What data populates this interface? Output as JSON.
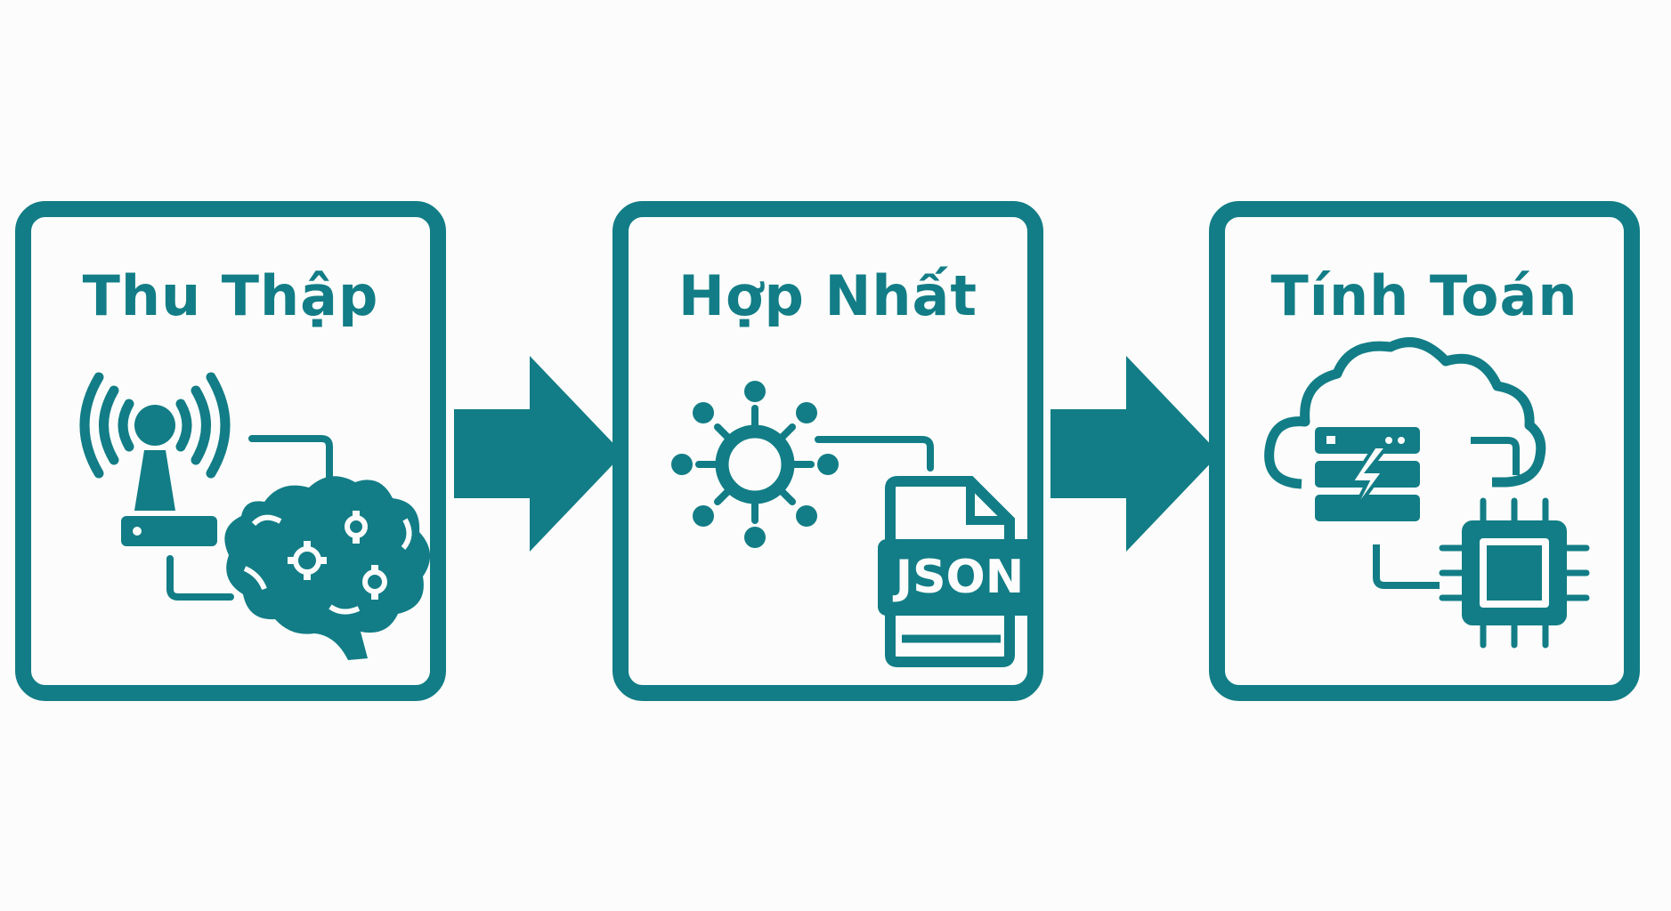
{
  "stages": [
    {
      "title": "Thu Thập"
    },
    {
      "title": "Hợp Nhất",
      "file_label": "JSON"
    },
    {
      "title": "Tính Toán"
    }
  ],
  "colors": {
    "accent": "#127d86",
    "background": "#fbfcfb"
  },
  "icons": {
    "stage1": [
      "antenna-icon",
      "brain-gears-icon"
    ],
    "stage2": [
      "network-hub-icon",
      "json-file-icon"
    ],
    "stage3": [
      "cloud-server-icon",
      "cpu-chip-icon"
    ]
  }
}
